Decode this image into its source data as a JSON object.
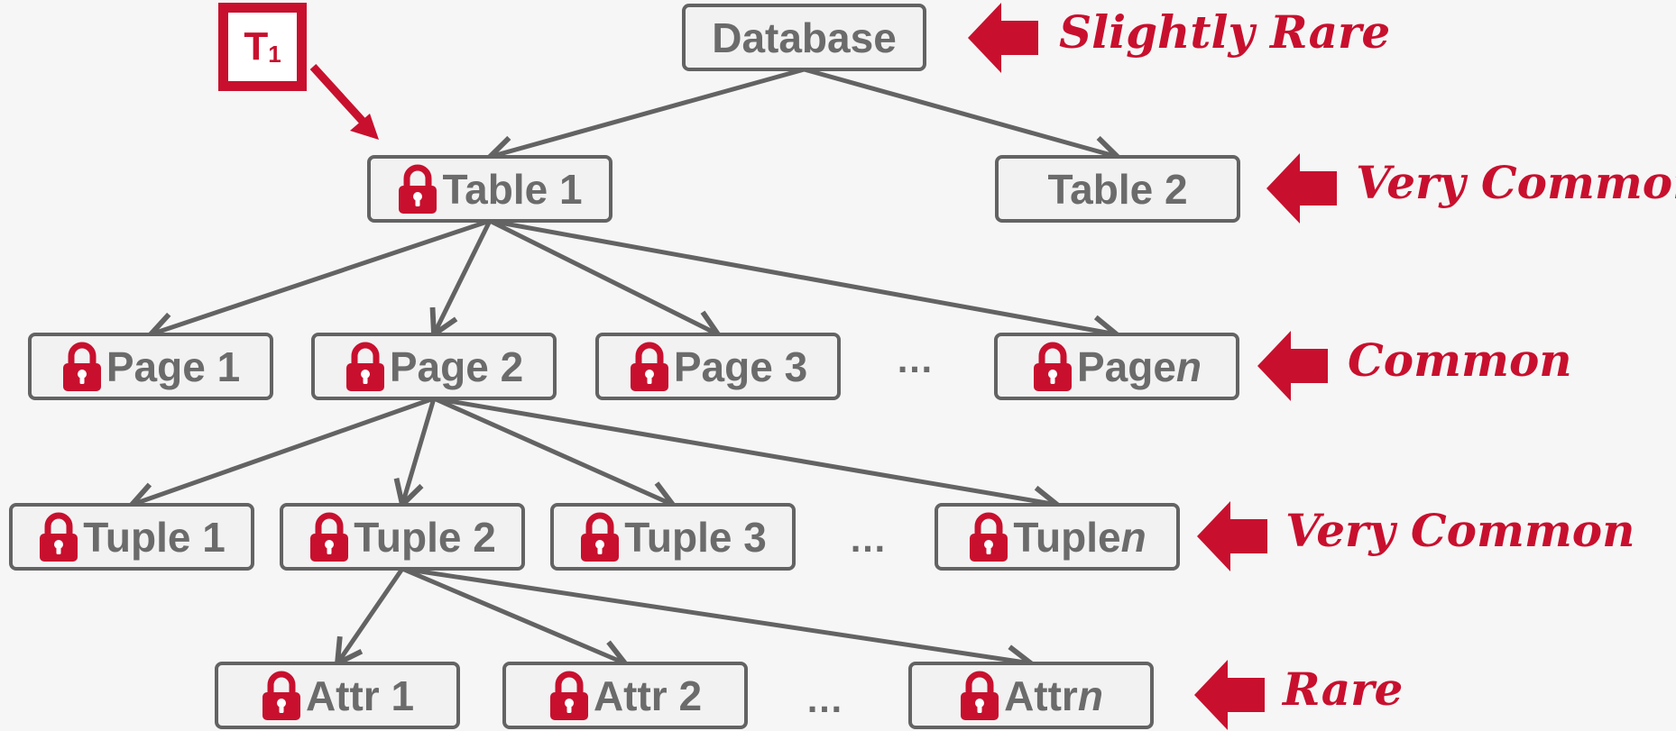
{
  "colors": {
    "accent": "#c8102e",
    "node_border": "#636363",
    "node_fill": "#f2f2f2",
    "node_text": "#6b6b6b",
    "background": "#f6f6f6"
  },
  "transaction": {
    "label": "T",
    "subscript": "1"
  },
  "nodes": {
    "database": {
      "label": "Database",
      "locked": false
    },
    "table1": {
      "label": "Table 1",
      "locked": true
    },
    "table2": {
      "label": "Table 2",
      "locked": false
    },
    "page1": {
      "label": "Page 1",
      "locked": true
    },
    "page2": {
      "label": "Page 2",
      "locked": true
    },
    "page3": {
      "label": "Page 3",
      "locked": true
    },
    "pagen": {
      "label": "Page ",
      "suffix": "n",
      "locked": true
    },
    "tuple1": {
      "label": "Tuple 1",
      "locked": true
    },
    "tuple2": {
      "label": "Tuple 2",
      "locked": true
    },
    "tuple3": {
      "label": "Tuple 3",
      "locked": true
    },
    "tuplen": {
      "label": "Tuple ",
      "suffix": "n",
      "locked": true
    },
    "attr1": {
      "label": "Attr 1",
      "locked": true
    },
    "attr2": {
      "label": "Attr 2",
      "locked": true
    },
    "attrn": {
      "label": "Attr ",
      "suffix": "n",
      "locked": true
    }
  },
  "ellipsis": {
    "pages": "…",
    "tuples": "…",
    "attrs": "…"
  },
  "levels": {
    "database": "Slightly Rare",
    "table": "Very Common",
    "page": "Common",
    "tuple": "Very Common",
    "attr": "Rare"
  },
  "edges": [
    [
      "database",
      "table1"
    ],
    [
      "database",
      "table2"
    ],
    [
      "table1",
      "page1"
    ],
    [
      "table1",
      "page2"
    ],
    [
      "table1",
      "page3"
    ],
    [
      "table1",
      "pagen"
    ],
    [
      "page2",
      "tuple1"
    ],
    [
      "page2",
      "tuple2"
    ],
    [
      "page2",
      "tuple3"
    ],
    [
      "page2",
      "tuplen"
    ],
    [
      "tuple2",
      "attr1"
    ],
    [
      "tuple2",
      "attr2"
    ],
    [
      "tuple2",
      "attrn"
    ]
  ]
}
